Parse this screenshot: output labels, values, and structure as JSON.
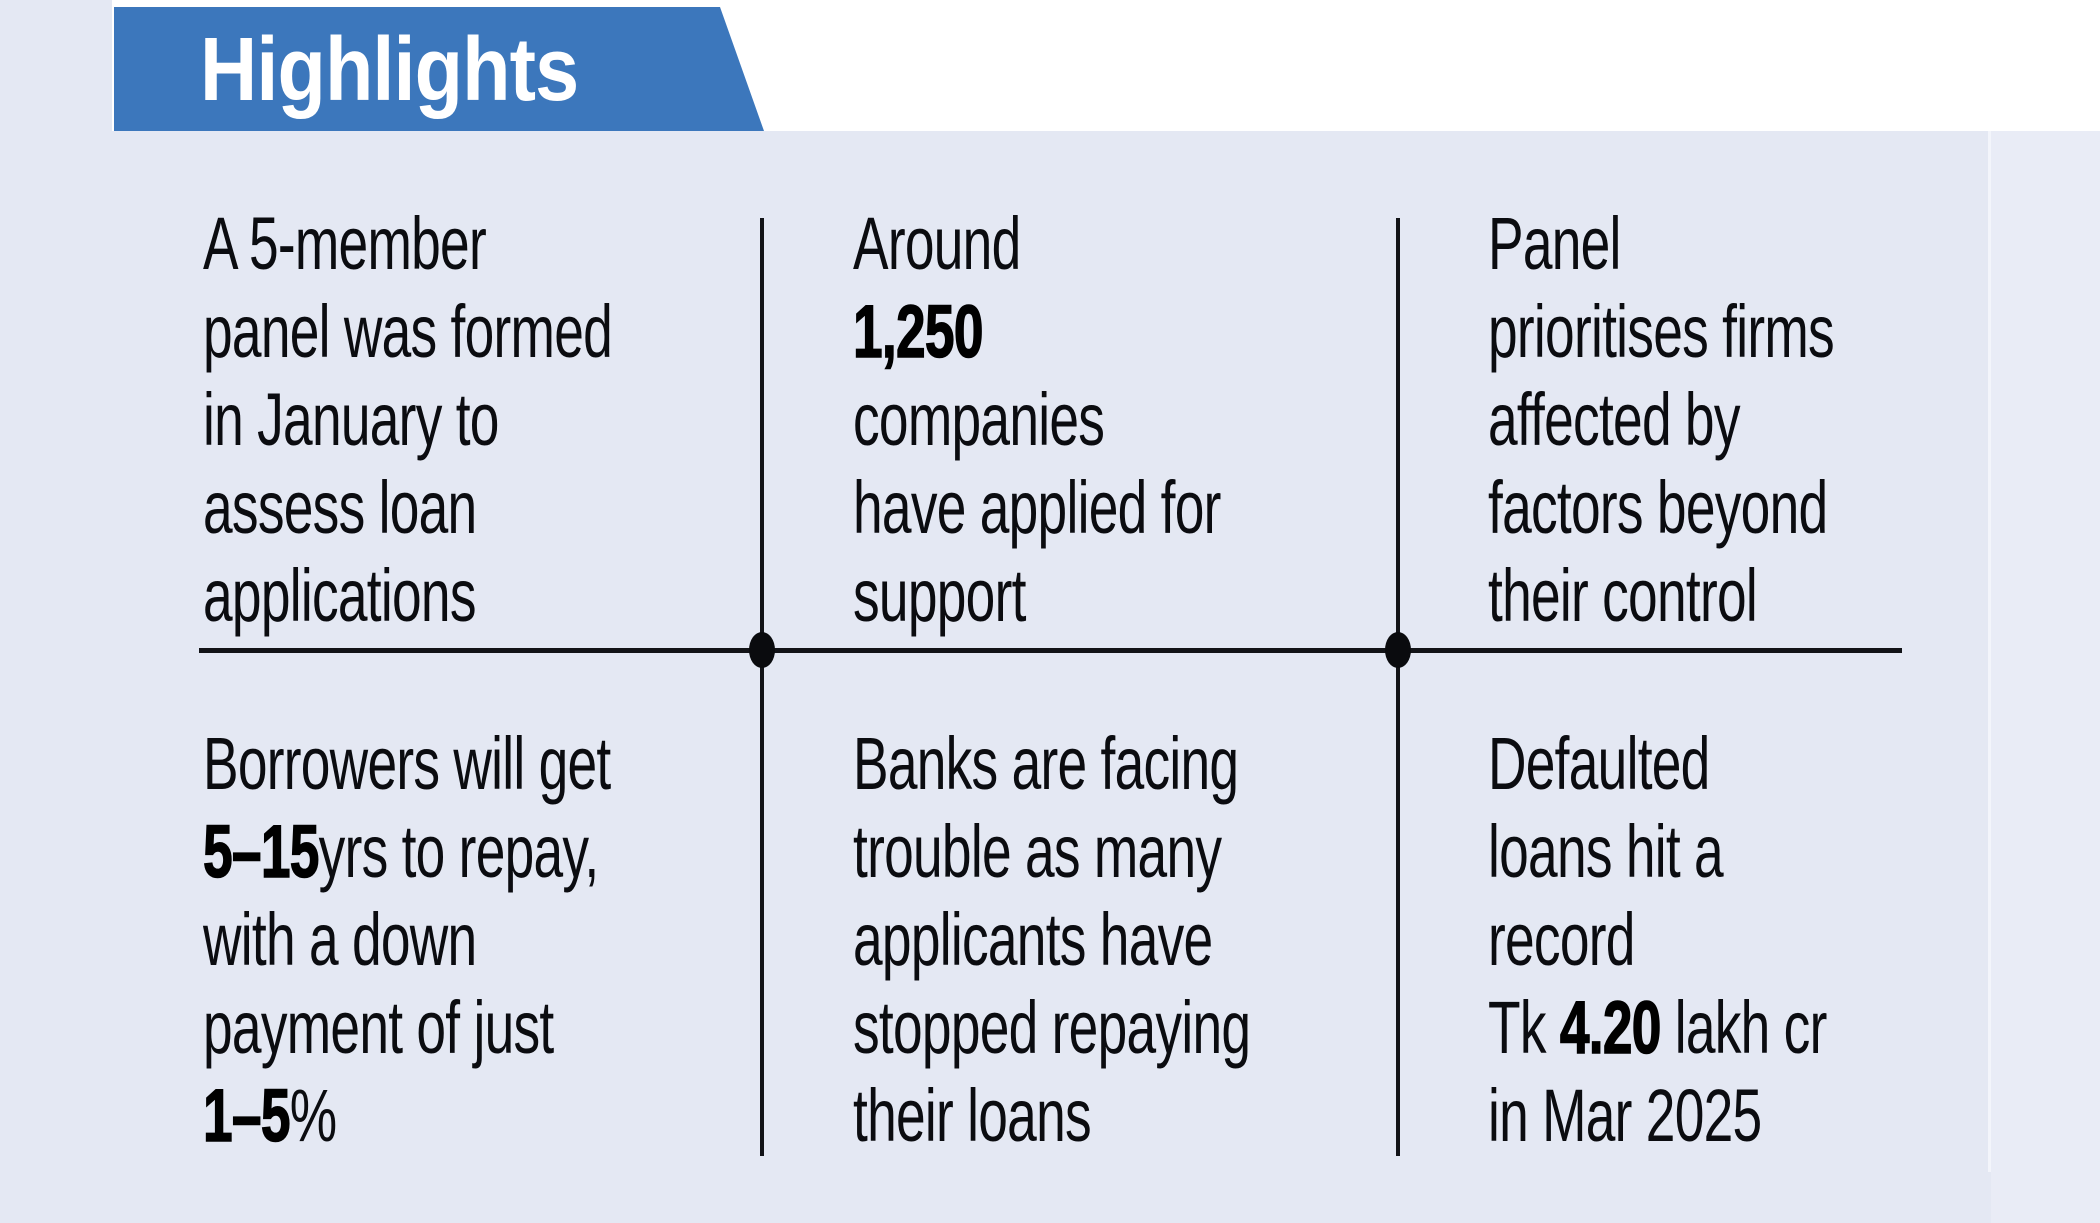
{
  "banner": {
    "label": "Highlights"
  },
  "colors": {
    "banner_blue": "#3c77bc",
    "banner_text": "#ffffff",
    "background_lavender": "#e4e8f3",
    "background_lavender_light": "#e9ecf6",
    "top_band_white": "#ffffff",
    "rule_black": "#121317",
    "text_black": "#0b0c10"
  },
  "cells": [
    {
      "name": "panel-formed",
      "lines": [
        [
          {
            "t": "A 5-member"
          }
        ],
        [
          {
            "t": "panel was formed"
          }
        ],
        [
          {
            "t": "in January to"
          }
        ],
        [
          {
            "t": "assess loan"
          }
        ],
        [
          {
            "t": "applications"
          }
        ]
      ]
    },
    {
      "name": "companies-applied",
      "lines": [
        [
          {
            "t": "Around"
          }
        ],
        [
          {
            "t": "1,250",
            "b": true
          }
        ],
        [
          {
            "t": "companies"
          }
        ],
        [
          {
            "t": "have applied for"
          }
        ],
        [
          {
            "t": "support"
          }
        ]
      ]
    },
    {
      "name": "panel-prioritises",
      "lines": [
        [
          {
            "t": "Panel"
          }
        ],
        [
          {
            "t": "prioritises firms"
          }
        ],
        [
          {
            "t": "affected by"
          }
        ],
        [
          {
            "t": "factors beyond"
          }
        ],
        [
          {
            "t": "their control"
          }
        ]
      ]
    },
    {
      "name": "repayment-terms",
      "lines": [
        [
          {
            "t": "Borrowers will get"
          }
        ],
        [
          {
            "t": "5–15",
            "b": true
          },
          {
            "t": "yrs to repay,"
          }
        ],
        [
          {
            "t": "with a down"
          }
        ],
        [
          {
            "t": "payment of just"
          }
        ],
        [
          {
            "t": "1–5",
            "b": true
          },
          {
            "t": "%"
          }
        ]
      ]
    },
    {
      "name": "banks-trouble",
      "lines": [
        [
          {
            "t": "Banks are facing"
          }
        ],
        [
          {
            "t": "trouble as many"
          }
        ],
        [
          {
            "t": "applicants have"
          }
        ],
        [
          {
            "t": "stopped repaying"
          }
        ],
        [
          {
            "t": "their loans"
          }
        ]
      ]
    },
    {
      "name": "defaulted-loans",
      "lines": [
        [
          {
            "t": "Defaulted"
          }
        ],
        [
          {
            "t": "loans hit a"
          }
        ],
        [
          {
            "t": "record"
          }
        ],
        [
          {
            "t": "Tk "
          },
          {
            "t": "4.20",
            "b": true
          },
          {
            "t": " lakh cr"
          }
        ],
        [
          {
            "t": "in Mar 2025"
          }
        ]
      ]
    }
  ]
}
